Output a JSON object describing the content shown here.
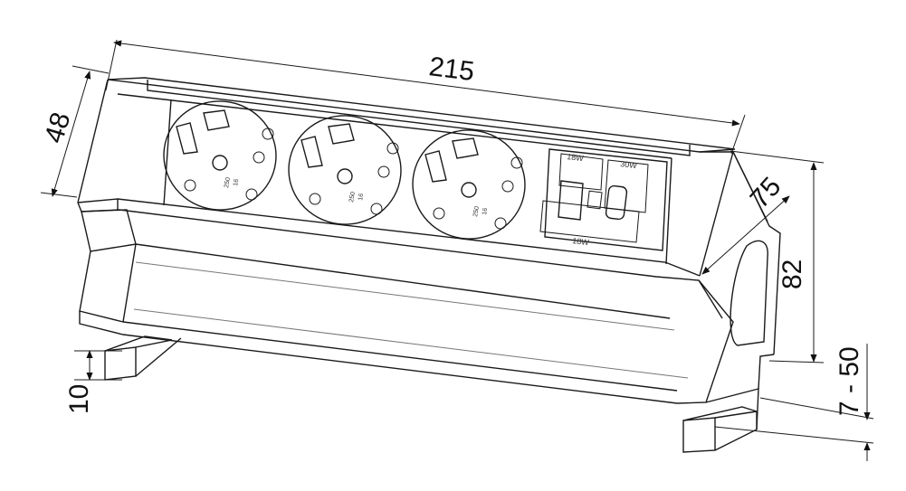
{
  "dimensions": {
    "width": "215",
    "height_face": "48",
    "depth": "75",
    "total_height": "82",
    "foot_height": "10",
    "clamp_range": "7 - 50"
  },
  "usb_panel": {
    "usb_a_power": "18W",
    "usb_c_power": "30W",
    "combined_power": "18W"
  },
  "socket_rating": {
    "amps": "16",
    "volts": "250"
  }
}
